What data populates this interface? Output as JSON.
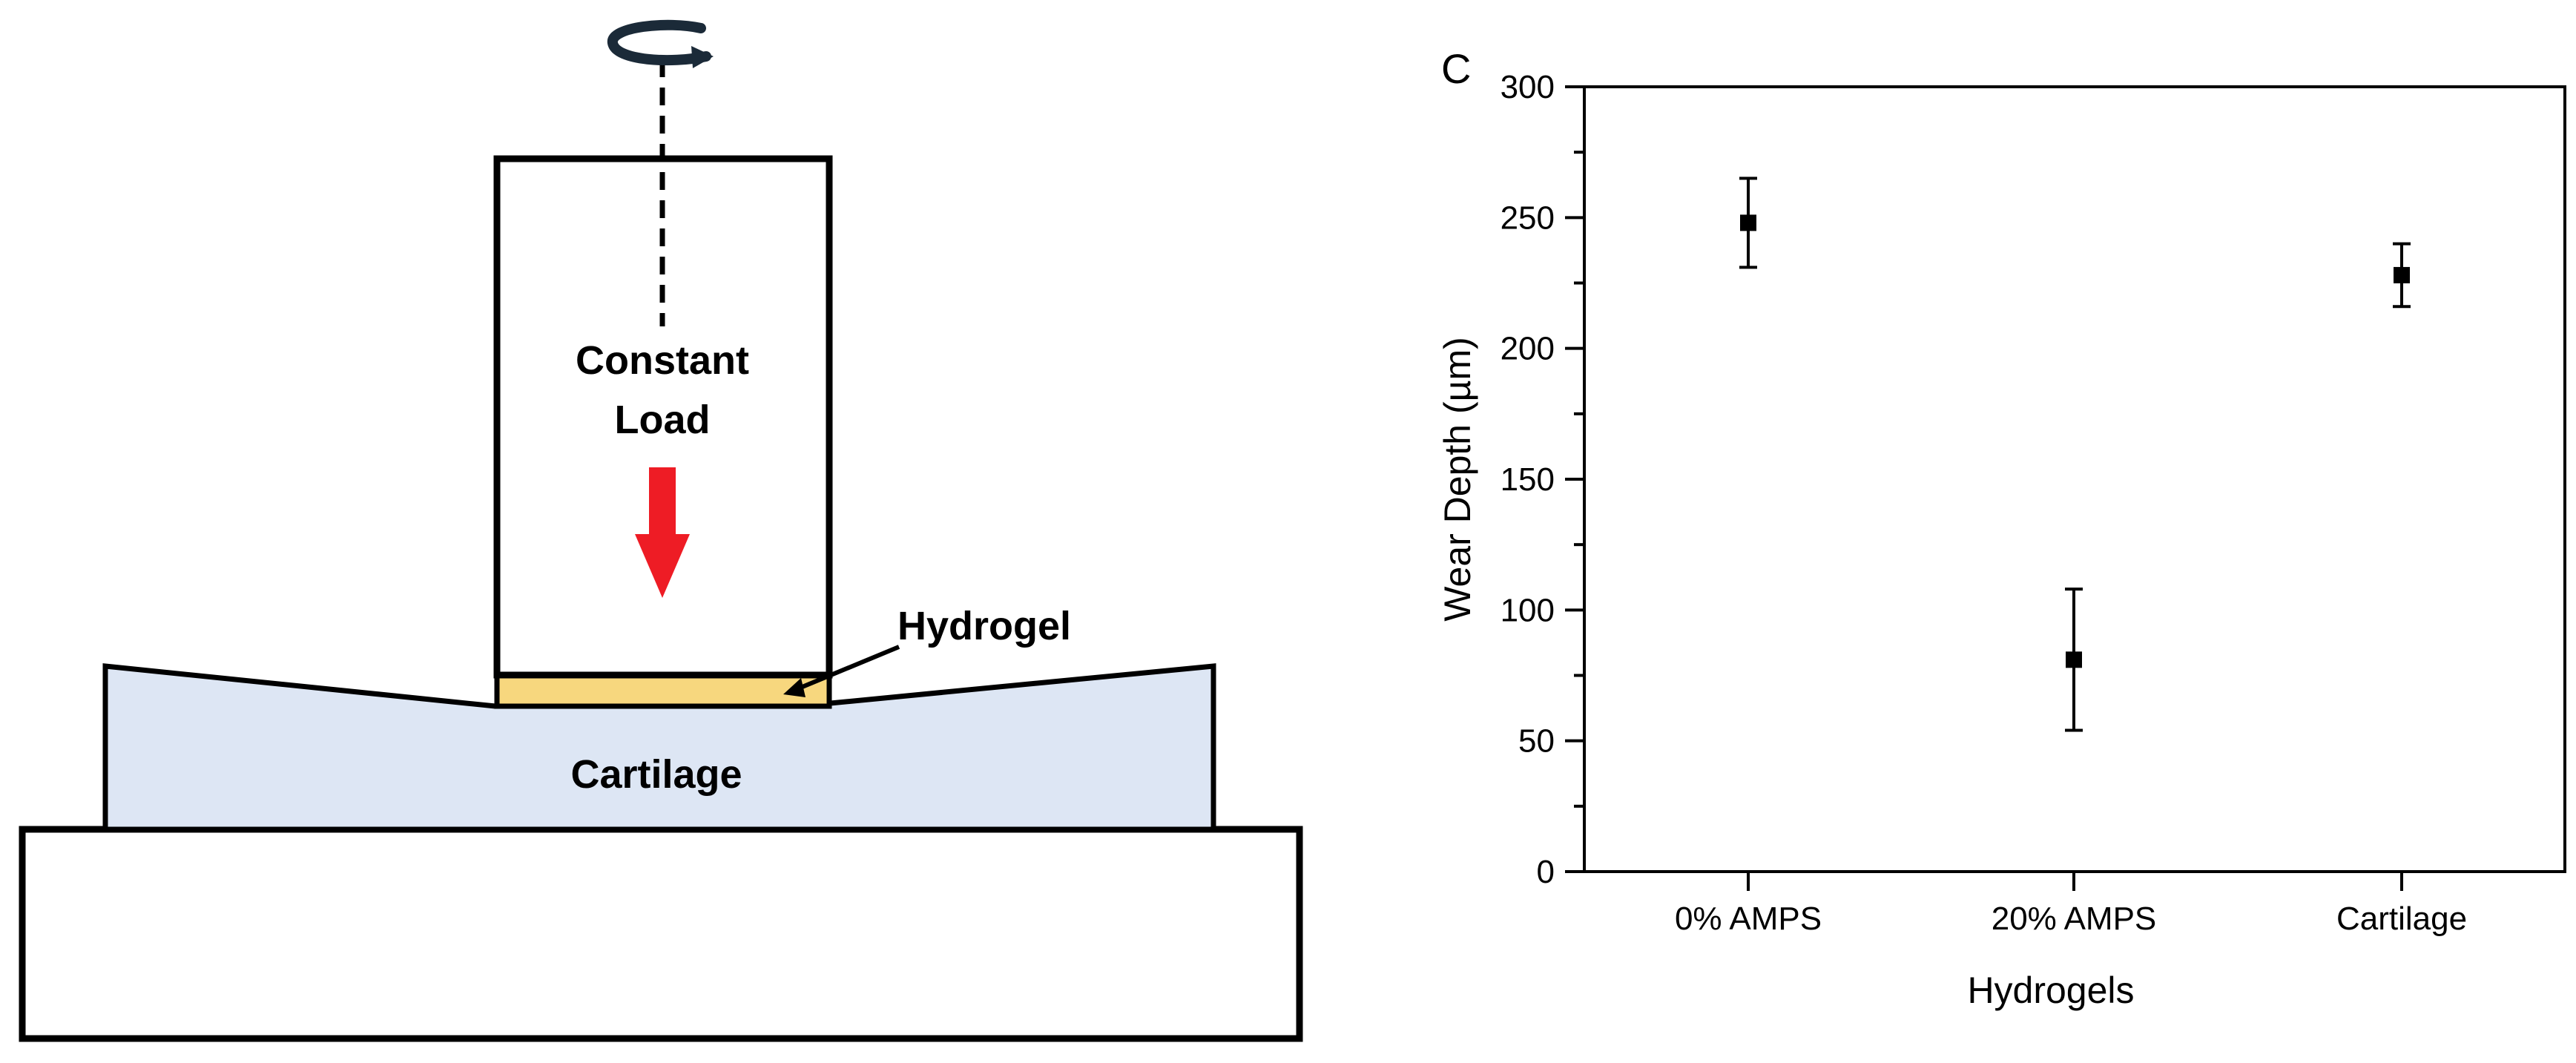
{
  "diagram": {
    "label_load_line1": "Constant",
    "label_load_line2": "Load",
    "label_hydrogel": "Hydrogel",
    "label_cartilage": "Cartilage",
    "colors": {
      "cartilage_fill": "#dde6f4",
      "hydrogel_fill": "#f7d77e",
      "arrow_red": "#ee1c25",
      "rotation_arrow": "#1b2a38"
    }
  },
  "chart_data": {
    "type": "scatter",
    "panel_label": "C",
    "xlabel": "Hydrogels",
    "ylabel": "Wear Depth (µm)",
    "categories": [
      "0% AMPS",
      "20% AMPS",
      "Cartilage"
    ],
    "series": [
      {
        "values": [
          248,
          81,
          228
        ],
        "errors": [
          17,
          27,
          12
        ]
      }
    ],
    "ylim": [
      0,
      300
    ],
    "yticks": [
      0,
      50,
      100,
      150,
      200,
      250,
      300
    ],
    "grid": false,
    "marker": "square",
    "color": "#000000"
  }
}
